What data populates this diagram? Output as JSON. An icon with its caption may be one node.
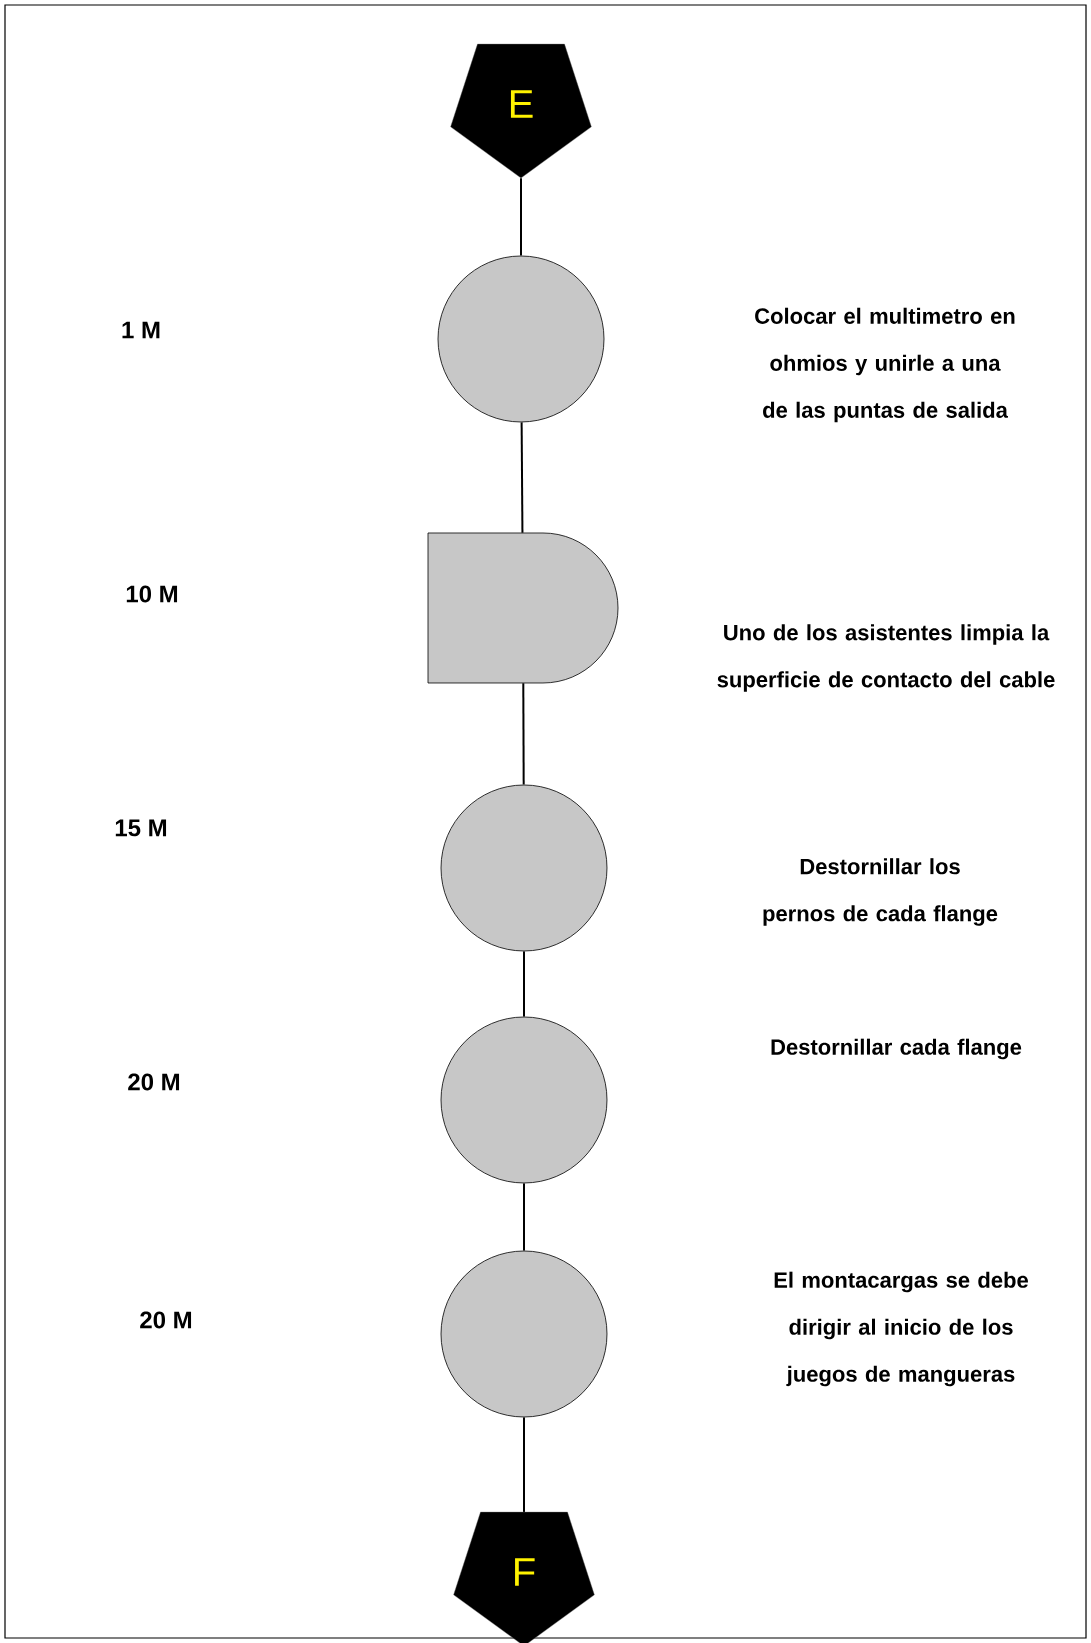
{
  "diagram": {
    "nodes": [
      {
        "text": [
          "E"
        ]
      },
      {
        "text": [],
        "shape": "circle"
      },
      {
        "text": [],
        "shape": "delay"
      },
      {
        "text": [],
        "shape": "circle"
      },
      {
        "text": [],
        "shape": "circle"
      },
      {
        "text": [],
        "shape": "circle"
      },
      {
        "text": [
          "F"
        ]
      }
    ],
    "edges": [
      {
        "from": 0,
        "to": 1,
        "arrow": "none"
      },
      {
        "from": 1,
        "to": 2,
        "arrow": "none"
      },
      {
        "from": 2,
        "to": 3,
        "arrow": "none"
      },
      {
        "from": 3,
        "to": 4,
        "arrow": "none"
      },
      {
        "from": 4,
        "to": 5,
        "arrow": "none"
      },
      {
        "from": 5,
        "to": 6,
        "arrow": "none"
      }
    ],
    "labels": [
      "1  M",
      "Colocar el multimetro en ohmios y unirle a una de las puntas de salida",
      "10  M",
      "Uno de los asistentes limpia la superficie de contacto del cable",
      "15  M",
      "Destornillar los pernos de cada flange",
      "Destornillar  cada flange",
      "20 M",
      "20  M",
      "El montacargas se debe dirigir al inicio de los juegos de mangueras"
    ]
  }
}
